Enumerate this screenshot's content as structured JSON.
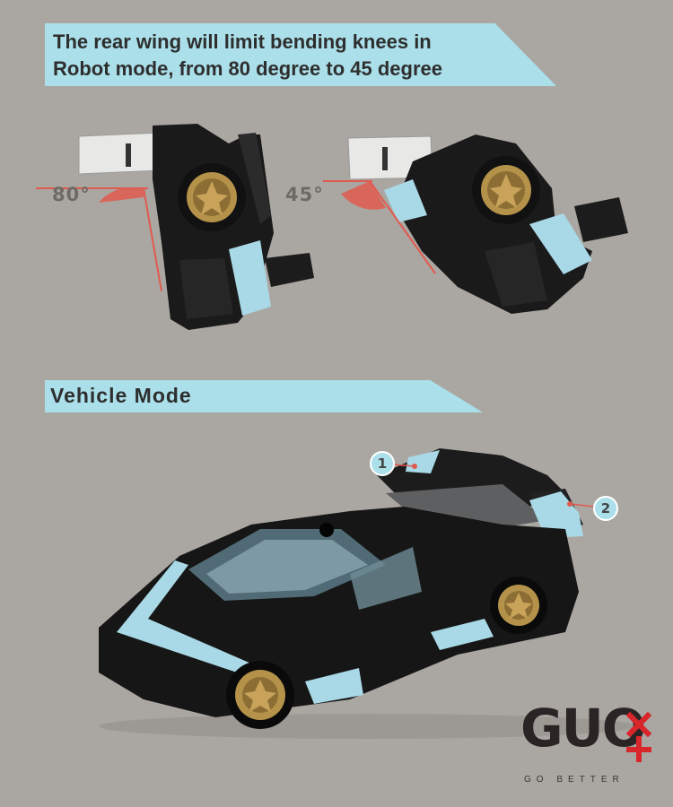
{
  "banner_top": {
    "line1": "The rear wing will limit bending knees in",
    "line2": "Robot mode, from 80 degree to 45 degree"
  },
  "angles": {
    "left": "80°",
    "right": "45°"
  },
  "banner_mid": {
    "label": "Vehicle Mode"
  },
  "callouts": [
    "1",
    "2"
  ],
  "logo": {
    "word": "GUO",
    "tagline": "GO BETTER"
  },
  "colors": {
    "background": "#aaa7a2",
    "banner": "#abe0ea",
    "accent_red": "#e05a4f",
    "car_body": "#161616",
    "trim_blue": "#a9d9e6",
    "wheel_gold": "#b5924a"
  }
}
